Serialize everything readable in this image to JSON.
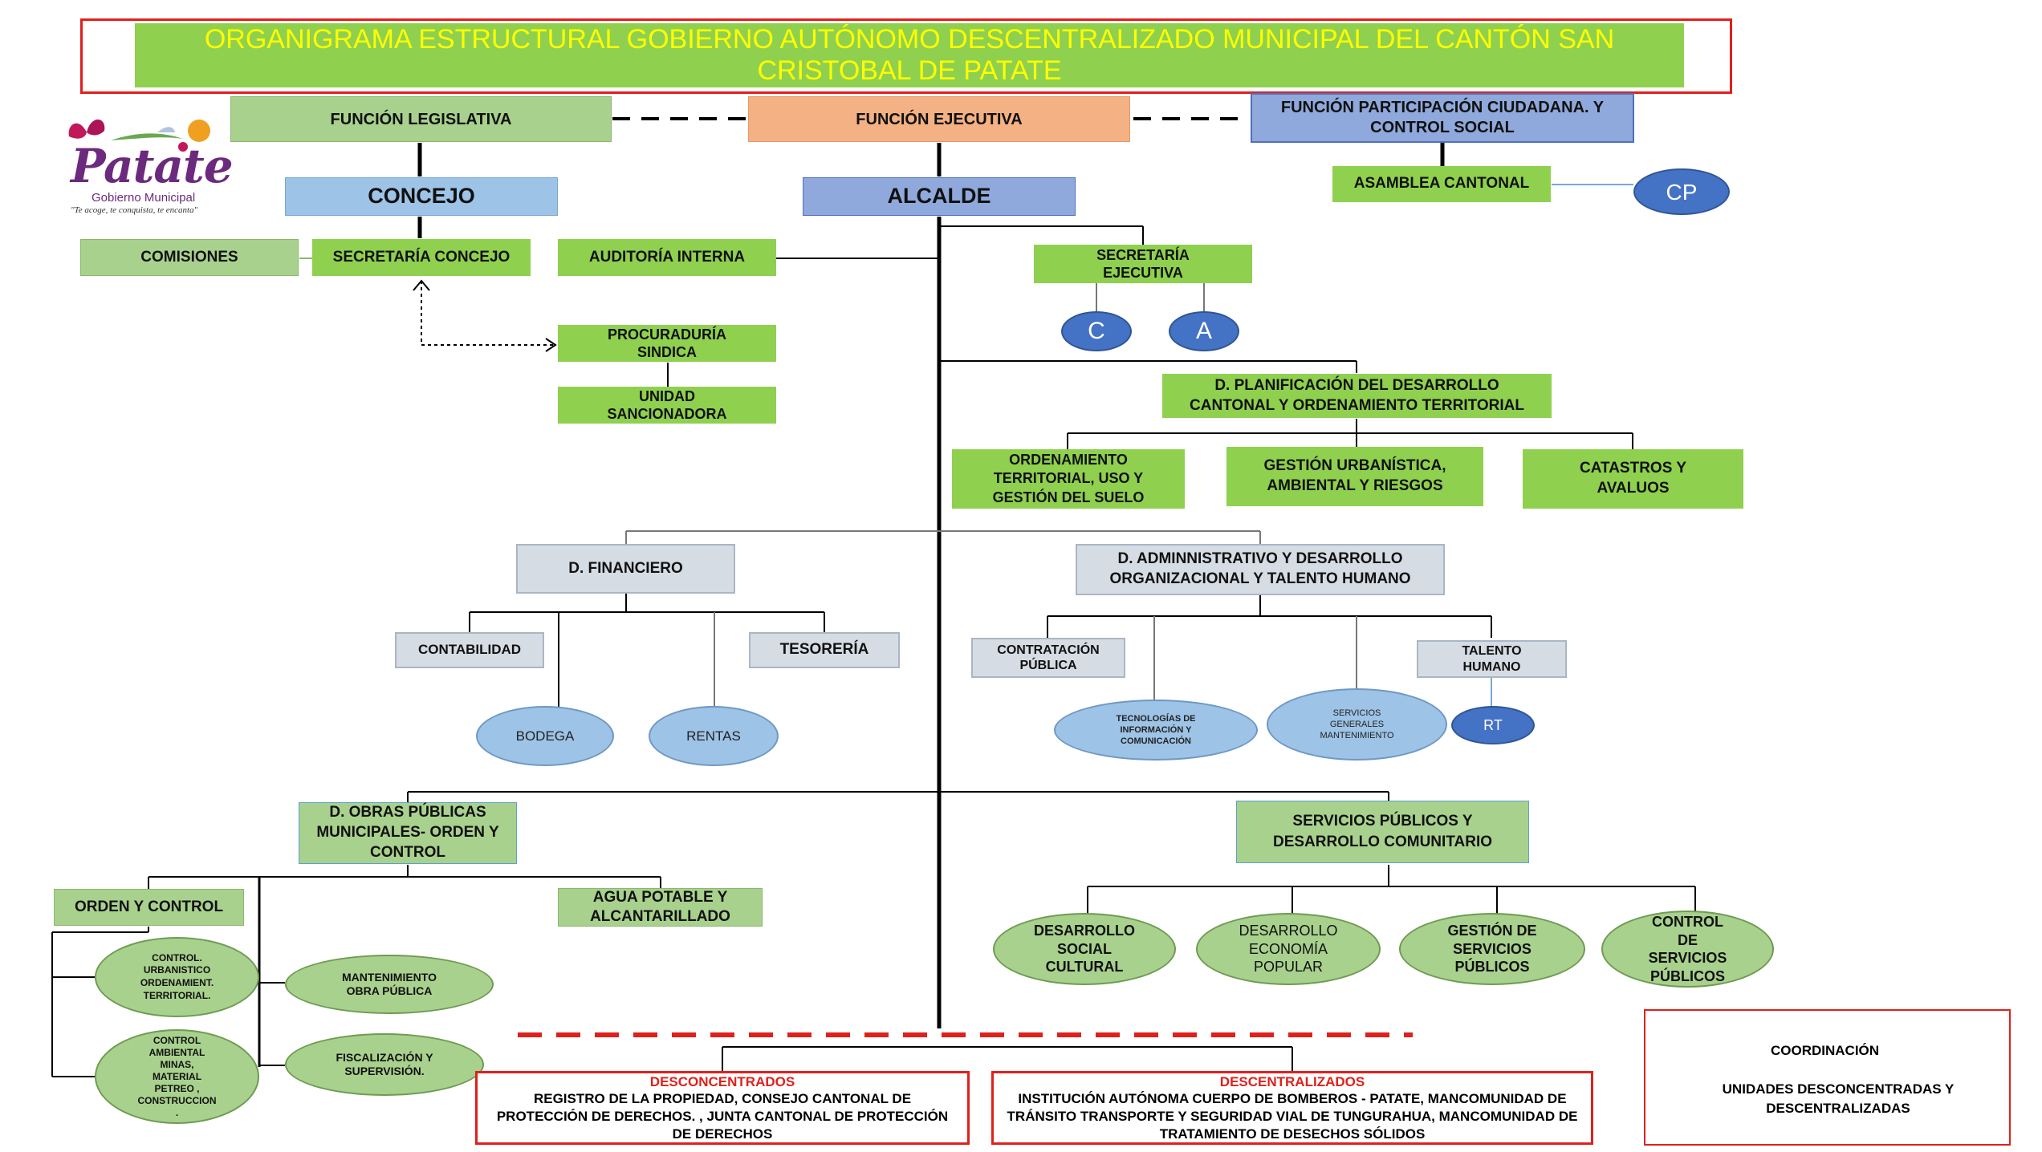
{
  "title": "ORGANIGRAMA ESTRUCTURAL GOBIERNO AUTÓNOMO DESCENTRALIZADO MUNICIPAL DEL CANTÓN SAN CRISTOBAL DE PATATE",
  "logo": {
    "name": "Patate",
    "subtitle": "Gobierno Municipal",
    "slogan": "\"Te acoge, te conquista, te encanta\"",
    "colors": {
      "text": "#6b2a7e",
      "fruit": "#f0a020",
      "flower": "#c2185b",
      "leaf": "#6aa84f"
    }
  },
  "top_functions": {
    "legislativa": "FUNCIÓN LEGISLATIVA",
    "ejecutiva": "FUNCIÓN EJECUTIVA",
    "participacion": "FUNCIÓN PARTICIPACIÓN CIUDADANA. Y CONTROL SOCIAL"
  },
  "nodes": {
    "concejo": "CONCEJO",
    "alcalde": "ALCALDE",
    "asamblea": "ASAMBLEA CANTONAL",
    "cp": "CP",
    "comisiones": "COMISIONES",
    "secretaria_concejo": "SECRETARÍA CONCEJO",
    "auditoria": "AUDITORÍA INTERNA",
    "secretaria_ejecutiva": "SECRETARÍA EJECUTIVA",
    "c": "C",
    "a": "A",
    "procuraduria": "PROCURADURÍA SINDICA",
    "unidad_sancionadora": "UNIDAD SANCIONADORA",
    "planificacion": "D. PLANIFICACIÓN DEL DESARROLLO CANTONAL Y ORDENAMIENTO TERRITORIAL",
    "ordenamiento": "ORDENAMIENTO TERRITORIAL, USO Y GESTIÓN DEL SUELO",
    "gestion_urbanistica": "GESTIÓN URBANÍSTICA, AMBIENTAL Y RIESGOS",
    "catastros": "CATASTROS Y AVALUOS",
    "financiero": "D. FINANCIERO",
    "contabilidad": "CONTABILIDAD",
    "tesoreria": "TESORERÍA",
    "bodega": "BODEGA",
    "rentas": "RENTAS",
    "administrativo": "D. ADMINNISTRATIVO Y DESARROLLO ORGANIZACIONAL  Y TALENTO HUMANO",
    "contratacion": "CONTRATACIÓN PÚBLICA",
    "talento": "TALENTO HUMANO",
    "tecnologias": "TECNOLOGÍAS DE INFORMACIÓN Y COMUNICACIÓN",
    "servicios_generales": "SERVICIOS GENERALES MANTENIMIENTO",
    "rt": "RT",
    "obras": "D. OBRAS PÚBLICAS MUNICIPALES- ORDEN Y CONTROL",
    "orden_control": "ORDEN Y CONTROL",
    "agua": "AGUA POTABLE Y ALCANTARILLADO",
    "control_urbanistico": "CONTROL. URBANISTICO ORDENAMIENT. TERRITORIAL.",
    "control_ambiental": "CONTROL AMBIENTAL MINAS, MATERIAL PETREO , CONSTRUCCION .",
    "mantenimiento": "MANTENIMIENTO OBRA PÚBLICA",
    "fiscalizacion": "FISCALIZACIÓN Y SUPERVISIÓN.",
    "servicios_publicos": "SERVICIOS PÚBLICOS Y DESARROLLO COMUNITARIO",
    "desarrollo_social": "DESARROLLO SOCIAL CULTURAL",
    "desarrollo_economia": "DESARROLLO ECONOMÍA POPULAR",
    "gestion_servicios": "GESTIÓN DE SERVICIOS PÚBLICOS",
    "control_servicios": "CONTROL DE SERVICIOS PÚBLICOS"
  },
  "bottom": {
    "desconcentrados_title": "DESCONCENTRADOS",
    "desconcentrados_text": "REGISTRO DE LA PROPIEDAD,  CONSEJO CANTONAL DE PROTECCIÓN DE DERECHOS. , JUNTA CANTONAL DE PROTECCIÓN DE DERECHOS",
    "descentralizados_title": "DESCENTRALIZADOS",
    "descentralizados_text": "INSTITUCIÓN AUTÓNOMA CUERPO DE BOMBEROS - PATATE, MANCOMUNIDAD DE TRÁNSITO TRANSPORTE Y SEGURIDAD VIAL DE TUNGURAHUA, MANCOMUNIDAD DE TRATAMIENTO DE DESECHOS SÓLIDOS"
  },
  "legend": {
    "coordinacion": "COORDINACIÓN",
    "unidades": "UNIDADES DESCONCENTRADAS Y DESCENTRALIZADAS"
  },
  "colors": {
    "green": "#8fd04f",
    "light_green": "#a9d18e",
    "grey": "#d6dce4",
    "light_blue": "#9dc3e6",
    "purple_blue": "#8fa9dc",
    "salmon": "#f4b183",
    "dark_blue": "#4472c4",
    "red": "#e0201b",
    "title_text": "#ffff00"
  }
}
